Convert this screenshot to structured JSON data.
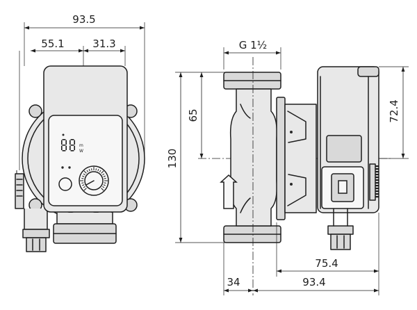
{
  "dimensions": {
    "front_total_width": "93.5",
    "front_left_width": "55.1",
    "front_right_width": "31.3",
    "thread_size": "G 1½",
    "height_above_axis": "65",
    "total_height": "130",
    "motor_height": "72.4",
    "motor_offset": "75.4",
    "flange_to_axis": "34",
    "side_total_depth": "93.4"
  },
  "display": {
    "digits": "88",
    "unit_top": "m",
    "unit_bottom": "W"
  },
  "colors": {
    "line": "#1e1e1e",
    "housing_fill": "#e8e8e8",
    "background": "#ffffff"
  }
}
